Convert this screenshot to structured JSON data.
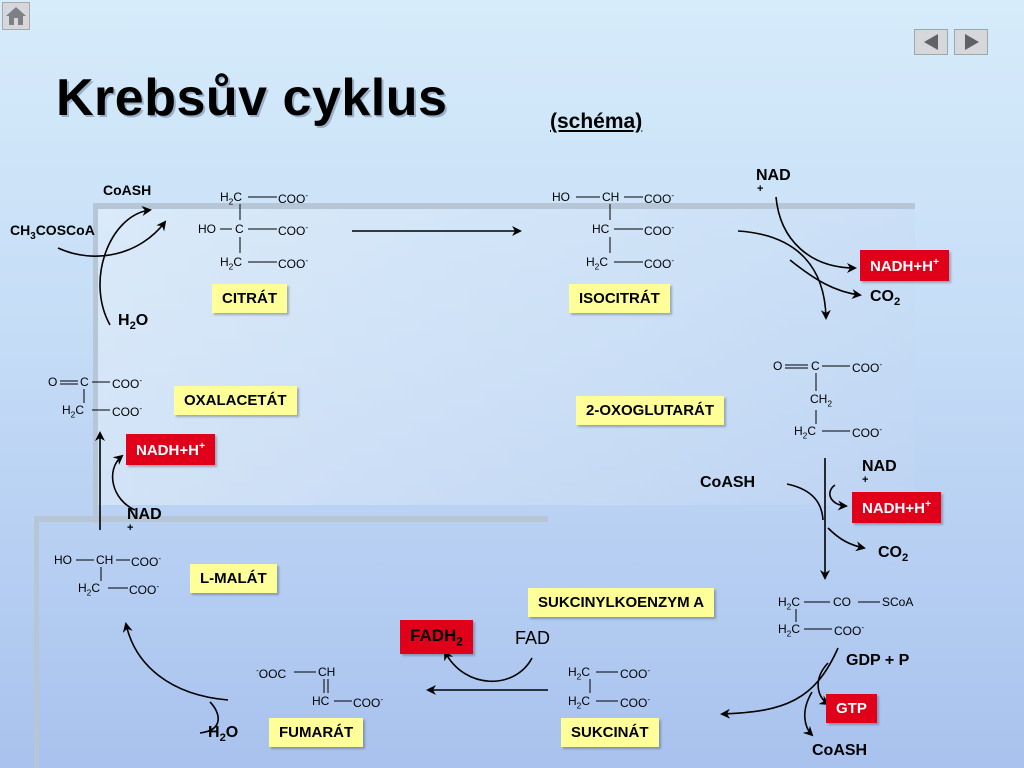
{
  "header": {
    "title": "Krebsův cyklus",
    "subtitle": "(schéma)"
  },
  "nav": {
    "home_icon": "home-icon",
    "prev_icon": "triangle-left-icon",
    "next_icon": "triangle-right-icon"
  },
  "colors": {
    "label_yellow": "#ffff99",
    "label_red": "#e0001a"
  },
  "compounds": {
    "citrate": "CITRÁT",
    "isocitrate": "ISOCITRÁT",
    "oxoglutarate": "2-OXOGLUTARÁT",
    "succinylcoa": "SUKCINYLKOENZYM A",
    "succinate": "SUKCINÁT",
    "fumarate": "FUMARÁT",
    "malate": "L-MALÁT",
    "oxaloacetate": "OXALACETÁT"
  },
  "cofactors": {
    "nadh": "NADH+H",
    "plus": "+",
    "nad": "NAD",
    "co2": "CO",
    "co2_sub": "2",
    "coash": "CoASH",
    "h2o_h": "H",
    "h2o_sub": "2",
    "h2o_o": "O",
    "acetyl_a": "CH",
    "acetyl_sub": "3",
    "acetyl_b": "COSCoA",
    "fadh2": "FADH",
    "fadh2_sub": "2",
    "fad": "FAD",
    "gdp": "GDP + P",
    "gtp": "GTP"
  },
  "formula": {
    "h2c_h": "H",
    "h2c_sub": "2",
    "h2c_c": "C",
    "coo": "COO",
    "minus": "-",
    "ho": "HO",
    "c": "C",
    "ch": "CH",
    "hc": "HC",
    "o": "O",
    "ch2_ch": "CH",
    "ch2_sub": "2",
    "co": "CO",
    "scoa": "SCoA",
    "ooc": "OC"
  }
}
